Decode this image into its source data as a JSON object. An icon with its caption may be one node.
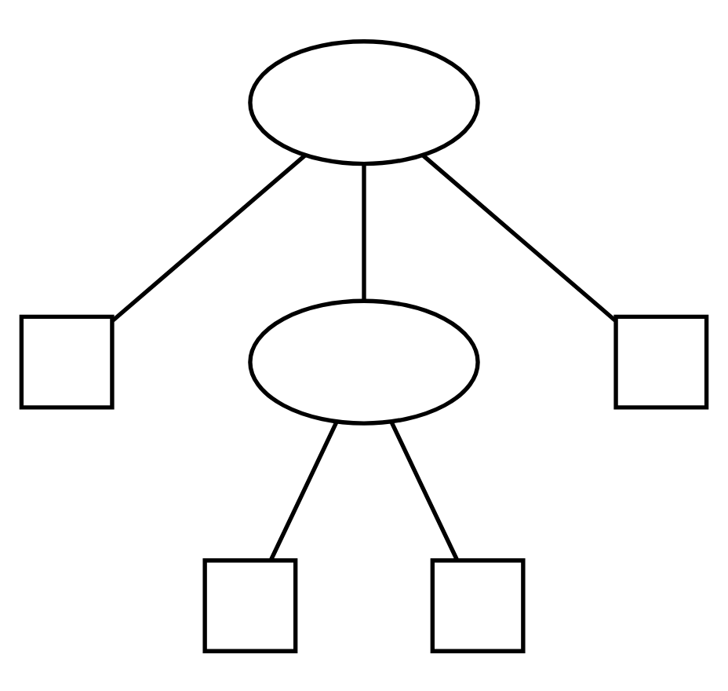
{
  "diagram": {
    "nodes": [
      {
        "text": [],
        "shape": "ellipse"
      },
      {
        "text": [],
        "shape": "box"
      },
      {
        "text": [],
        "shape": "ellipse"
      },
      {
        "text": [],
        "shape": "box"
      },
      {
        "text": [],
        "shape": "box"
      },
      {
        "text": [],
        "shape": "box"
      }
    ],
    "edges": [
      {
        "from": 0,
        "to": 1,
        "arrow": "none"
      },
      {
        "from": 0,
        "to": 2,
        "arrow": "none"
      },
      {
        "from": 0,
        "to": 3,
        "arrow": "none"
      },
      {
        "from": 2,
        "to": 4,
        "arrow": "none"
      },
      {
        "from": 2,
        "to": 5,
        "arrow": "none"
      }
    ]
  }
}
